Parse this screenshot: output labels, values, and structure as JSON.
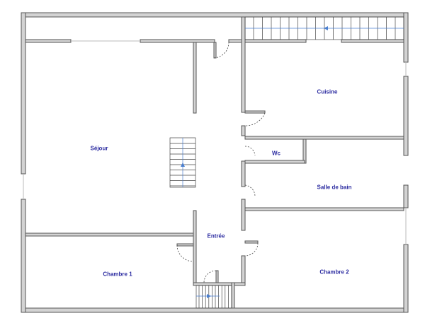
{
  "rooms": [
    {
      "id": "sejour",
      "label": "Séjour"
    },
    {
      "id": "cuisine",
      "label": "Cuisine"
    },
    {
      "id": "wc",
      "label": "Wc"
    },
    {
      "id": "salle-de-bain",
      "label": "Salle de bain"
    },
    {
      "id": "entree",
      "label": "Entrée"
    },
    {
      "id": "chambre-1",
      "label": "Chambre 1"
    },
    {
      "id": "chambre-2",
      "label": "Chambre 2"
    }
  ],
  "colors": {
    "wall_fill": "#d3d3d3",
    "wall_stroke": "#555555",
    "label": "#2a2aa0",
    "stair_arrow": "#4a7fd0"
  }
}
